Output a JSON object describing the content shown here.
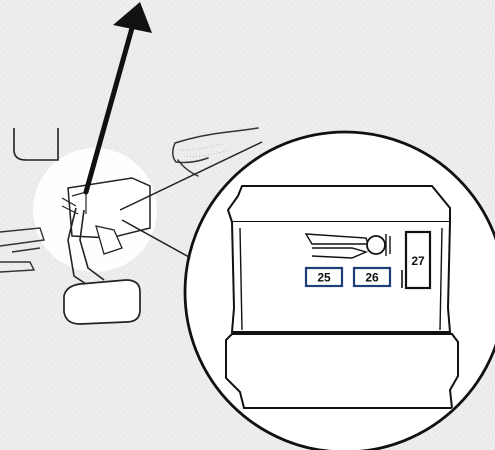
{
  "fuses": [
    {
      "number": "25"
    },
    {
      "number": "26"
    },
    {
      "number": "27"
    }
  ],
  "colors": {
    "background": "#efefef",
    "line": "#1a1a1a",
    "highlight": "#ffffff",
    "label_border": "#1f3f7a"
  }
}
